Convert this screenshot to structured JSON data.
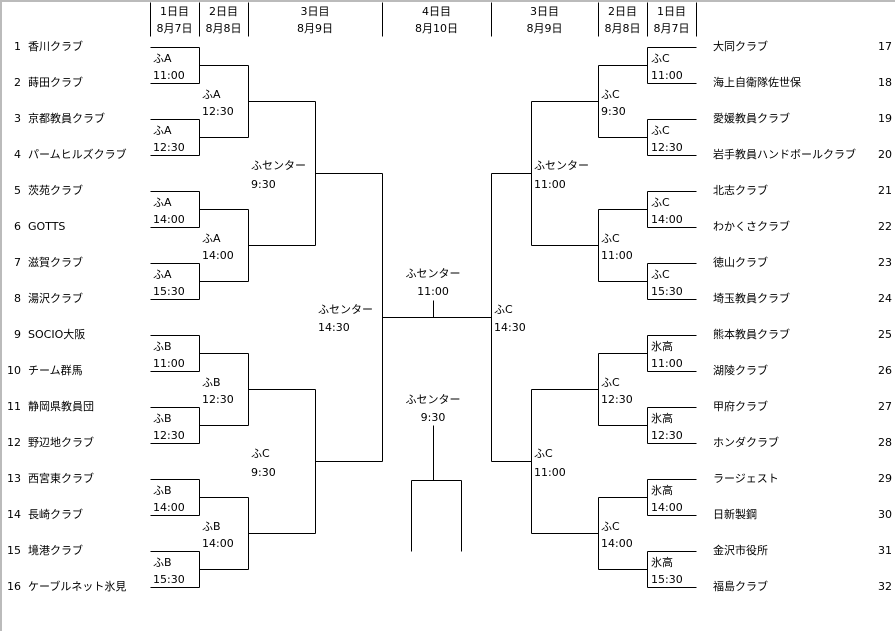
{
  "header": {
    "left": [
      {
        "day": "1日目",
        "date": "8月7日"
      },
      {
        "day": "2日目",
        "date": "8月8日"
      },
      {
        "day": "3日目",
        "date": "8月9日"
      }
    ],
    "center": {
      "day": "4日目",
      "date": "8月10日"
    },
    "right": [
      {
        "day": "3日目",
        "date": "8月9日"
      },
      {
        "day": "2日目",
        "date": "8月8日"
      },
      {
        "day": "1日目",
        "date": "8月7日"
      }
    ]
  },
  "teams_left": [
    {
      "no": "1",
      "name": "香川クラブ"
    },
    {
      "no": "2",
      "name": "蒔田クラブ"
    },
    {
      "no": "3",
      "name": "京都教員クラブ"
    },
    {
      "no": "4",
      "name": "パームヒルズクラブ"
    },
    {
      "no": "5",
      "name": "茨苑クラブ"
    },
    {
      "no": "6",
      "name": "GOTTS"
    },
    {
      "no": "7",
      "name": "滋賀クラブ"
    },
    {
      "no": "8",
      "name": "湯沢クラブ"
    },
    {
      "no": "9",
      "name": "SOCIO大阪"
    },
    {
      "no": "10",
      "name": "チーム群馬"
    },
    {
      "no": "11",
      "name": "静岡県教員団"
    },
    {
      "no": "12",
      "name": "野辺地クラブ"
    },
    {
      "no": "13",
      "name": "西宮東クラブ"
    },
    {
      "no": "14",
      "name": "長崎クラブ"
    },
    {
      "no": "15",
      "name": "境港クラブ"
    },
    {
      "no": "16",
      "name": "ケーブルネット氷見"
    }
  ],
  "teams_right": [
    {
      "no": "17",
      "name": "大同クラブ"
    },
    {
      "no": "18",
      "name": "海上自衛隊佐世保"
    },
    {
      "no": "19",
      "name": "愛媛教員クラブ"
    },
    {
      "no": "20",
      "name": "岩手教員ハンドボールクラブ"
    },
    {
      "no": "21",
      "name": "北志クラブ"
    },
    {
      "no": "22",
      "name": "わかくさクラブ"
    },
    {
      "no": "23",
      "name": "徳山クラブ"
    },
    {
      "no": "24",
      "name": "埼玉教員クラブ"
    },
    {
      "no": "25",
      "name": "熊本教員クラブ"
    },
    {
      "no": "26",
      "name": "湖陵クラブ"
    },
    {
      "no": "27",
      "name": "甲府クラブ"
    },
    {
      "no": "28",
      "name": "ホンダクラブ"
    },
    {
      "no": "29",
      "name": "ラージェスト"
    },
    {
      "no": "30",
      "name": "日新製鋼"
    },
    {
      "no": "31",
      "name": "金沢市役所"
    },
    {
      "no": "32",
      "name": "福島クラブ"
    }
  ],
  "left_r1": [
    {
      "venue": "ふA",
      "time": "11:00"
    },
    {
      "venue": "ふA",
      "time": "12:30"
    },
    {
      "venue": "ふA",
      "time": "14:00"
    },
    {
      "venue": "ふA",
      "time": "15:30"
    },
    {
      "venue": "ふB",
      "time": "11:00"
    },
    {
      "venue": "ふB",
      "time": "12:30"
    },
    {
      "venue": "ふB",
      "time": "14:00"
    },
    {
      "venue": "ふB",
      "time": "15:30"
    }
  ],
  "left_r2": [
    {
      "venue": "ふA",
      "time": "12:30"
    },
    {
      "venue": "ふA",
      "time": "14:00"
    },
    {
      "venue": "ふB",
      "time": "12:30"
    },
    {
      "venue": "ふB",
      "time": "14:00"
    }
  ],
  "left_r3": [
    {
      "venue": "ふセンター",
      "time": "9:30"
    },
    {
      "venue": "ふC",
      "time": "9:30"
    }
  ],
  "left_semi": {
    "venue": "ふセンター",
    "time": "14:30"
  },
  "right_r1": [
    {
      "venue": "ふC",
      "time": "11:00"
    },
    {
      "venue": "ふC",
      "time": "12:30"
    },
    {
      "venue": "ふC",
      "time": "14:00"
    },
    {
      "venue": "ふC",
      "time": "15:30"
    },
    {
      "venue": "氷高",
      "time": "11:00"
    },
    {
      "venue": "氷高",
      "time": "12:30"
    },
    {
      "venue": "氷高",
      "time": "14:00"
    },
    {
      "venue": "氷高",
      "time": "15:30"
    }
  ],
  "right_r2": [
    {
      "venue": "ふC",
      "time": "9:30"
    },
    {
      "venue": "ふC",
      "time": "11:00"
    },
    {
      "venue": "ふC",
      "time": "12:30"
    },
    {
      "venue": "ふC",
      "time": "14:00"
    }
  ],
  "right_r3": [
    {
      "venue": "ふセンター",
      "time": "11:00"
    },
    {
      "venue": "ふC",
      "time": "11:00"
    }
  ],
  "right_semi": {
    "venue": "ふC",
    "time": "14:30"
  },
  "final": {
    "venue": "ふセンター",
    "time": "11:00"
  },
  "third_place": {
    "venue": "ふセンター",
    "time": "9:30"
  }
}
